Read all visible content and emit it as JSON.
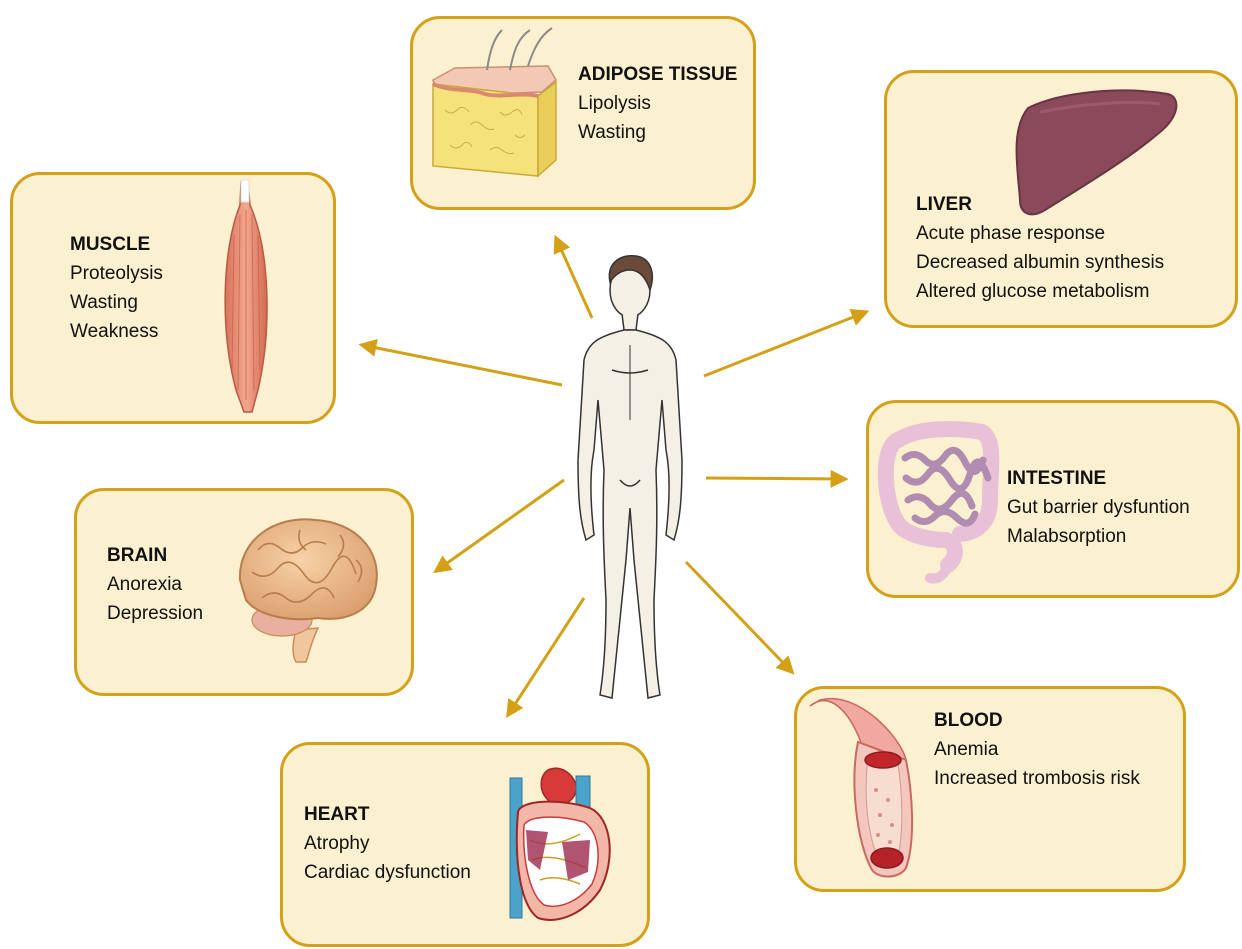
{
  "colors": {
    "box_fill": "#fbf0cf",
    "box_border": "#d4a017",
    "arrow": "#d4a017"
  },
  "organs": {
    "adipose": {
      "title": "ADIPOSE TISSUE",
      "effects": [
        "Lipolysis",
        "Wasting"
      ],
      "icon": "adipose-tissue-icon"
    },
    "liver": {
      "title": "LIVER",
      "effects": [
        "Acute phase response",
        "Decreased albumin synthesis",
        "Altered glucose metabolism"
      ],
      "icon": "liver-icon"
    },
    "muscle": {
      "title": "MUSCLE",
      "effects": [
        "Proteolysis",
        "Wasting",
        "Weakness"
      ],
      "icon": "muscle-icon"
    },
    "intestine": {
      "title": "INTESTINE",
      "effects": [
        "Gut barrier dysfuntion",
        "Malabsorption"
      ],
      "icon": "intestine-icon"
    },
    "brain": {
      "title": "BRAIN",
      "effects": [
        "Anorexia",
        "Depression"
      ],
      "icon": "brain-icon"
    },
    "blood": {
      "title": "BLOOD",
      "effects": [
        "Anemia",
        "Increased trombosis risk"
      ],
      "icon": "blood-vessel-icon"
    },
    "heart": {
      "title": "HEART",
      "effects": [
        "Atrophy",
        "Cardiac dysfunction"
      ],
      "icon": "heart-icon"
    }
  },
  "center_figure": {
    "icon": "human-body-icon"
  }
}
